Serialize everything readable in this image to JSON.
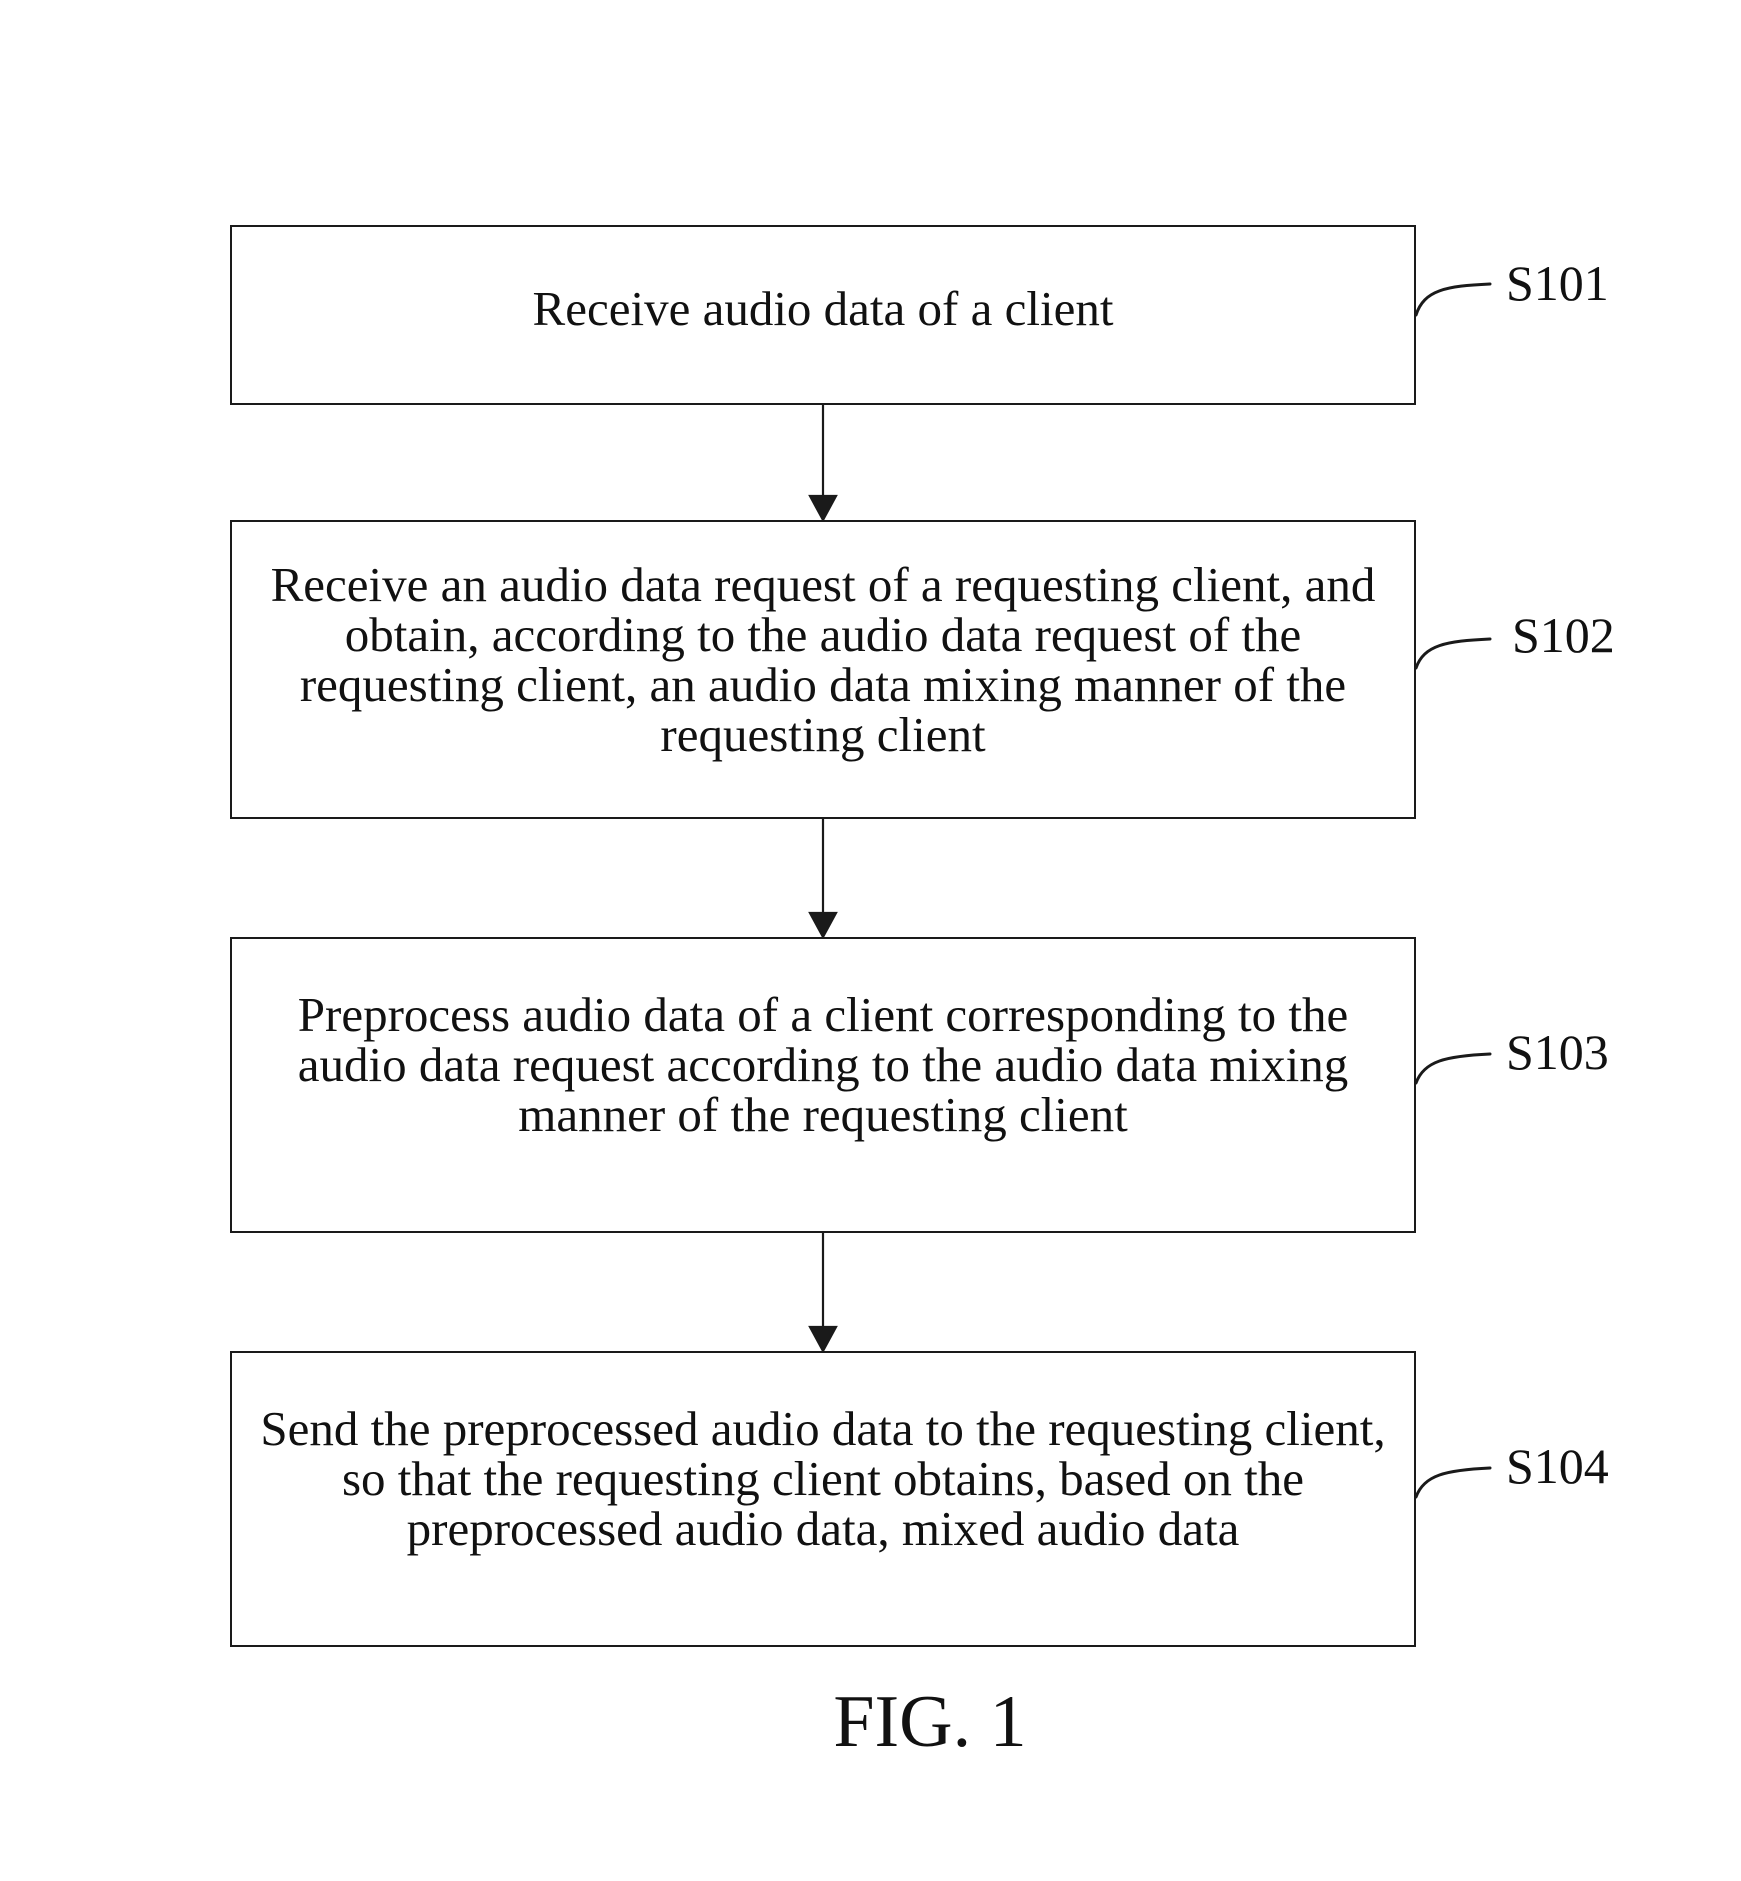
{
  "figure": {
    "caption": "FIG. 1"
  },
  "steps": [
    {
      "id": "S101",
      "text": "Receive audio data of a client"
    },
    {
      "id": "S102",
      "text": "Receive an audio data request of a requesting client, and\nobtain, according to the audio data request of the\nrequesting client, an audio data mixing manner of the\nrequesting client"
    },
    {
      "id": "S103",
      "text": "Preprocess audio data of a client corresponding to the\naudio data request according to the audio data mixing\nmanner of the requesting client"
    },
    {
      "id": "S104",
      "text": "Send the preprocessed audio data to the requesting client,\nso that the requesting client obtains, based on the\npreprocessed audio data, mixed audio data"
    }
  ],
  "colors": {
    "line": "#1a1a1a",
    "text": "#111111",
    "background": "#ffffff"
  }
}
